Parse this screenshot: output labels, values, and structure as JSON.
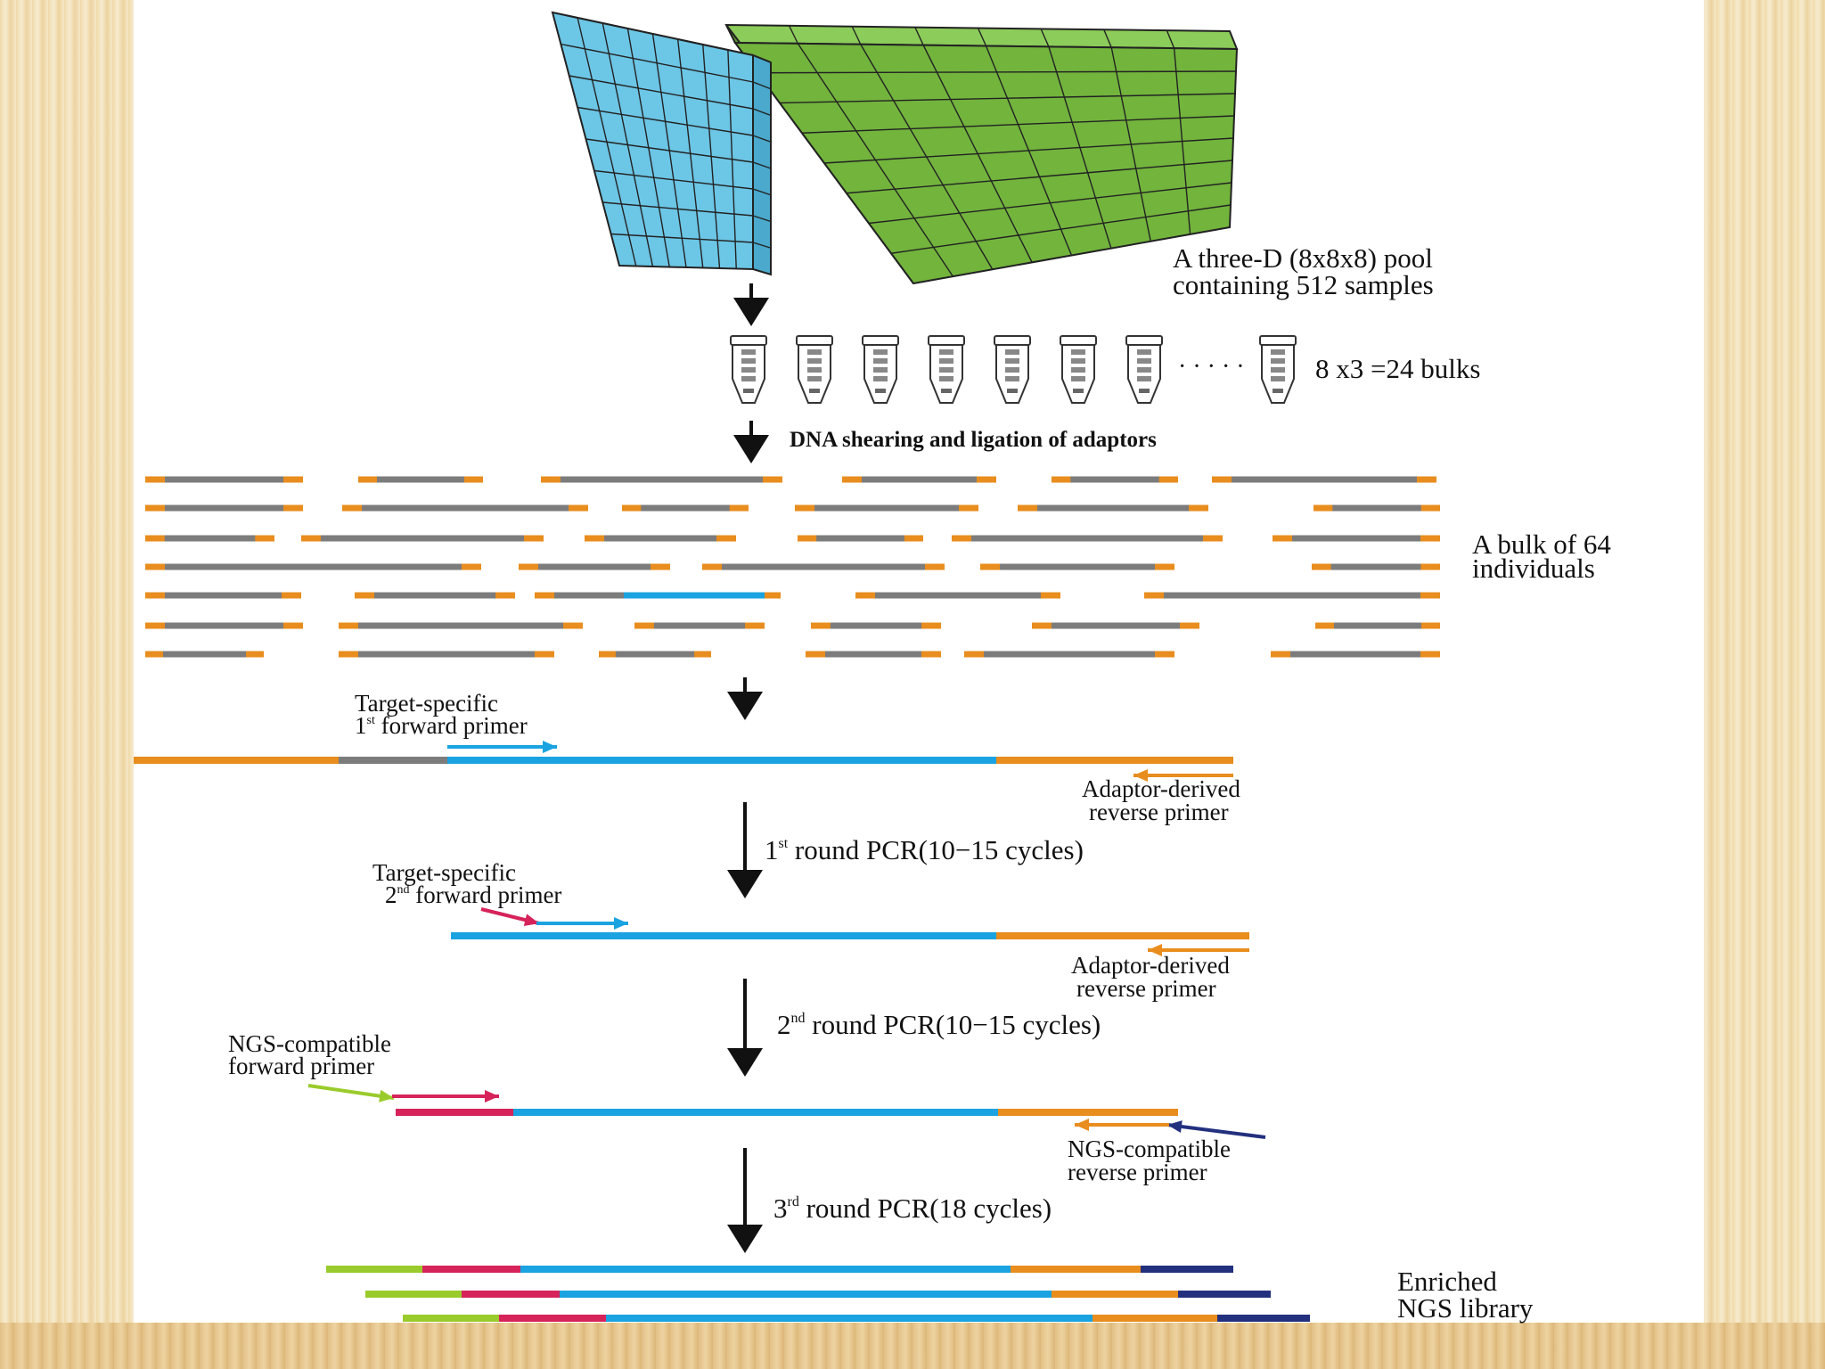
{
  "texts": {
    "pool_line1": "A three-D (8x8x8) pool",
    "pool_line2": "containing 512 samples",
    "dots": "· · · · ·",
    "bulks": "8 x3 =24 bulks",
    "shearing": "DNA shearing and ligation of adaptors",
    "bulk64_line1": "A bulk of 64",
    "bulk64_line2": "individuals",
    "ts1_line1": "Target-specific",
    "ts1_line2_num": "1",
    "ts1_line2_sup": "st",
    "ts1_line2_rest": " forward primer",
    "adr1_line1": "Adaptor-derived",
    "adr1_line2": "reverse  primer",
    "round1_num": "1",
    "round1_sup": "st",
    "round1_rest": " round PCR(10−15 cycles)",
    "ts2_line1": "Target-specific",
    "ts2_line2_num": "2",
    "ts2_line2_sup": "nd",
    "ts2_line2_rest": " forward primer",
    "adr2_line1": "Adaptor-derived",
    "adr2_line2": "reverse  primer",
    "round2_num": "2",
    "round2_sup": "nd",
    "round2_rest": " round PCR(10−15 cycles)",
    "ngsf_line1": "NGS-compatible",
    "ngsf_line2": "forward primer",
    "ngsr_line1": "NGS-compatible",
    "ngsr_line2": "reverse primer",
    "round3_num": "3",
    "round3_sup": "rd",
    "round3_rest": " round PCR(18 cycles)",
    "enriched_line1": "Enriched",
    "enriched_line2": "NGS library"
  },
  "colors": {
    "blue_cube": "#6cc6e6",
    "green_cube": "#72b43c",
    "gray_fragment": "#7c7c7c",
    "orange_adaptor": "#e88d1e",
    "blue_target": "#1aa3e0",
    "red_primer": "#d6235a",
    "lime_primer": "#9acb2c",
    "navy_primer": "#23307e"
  }
}
